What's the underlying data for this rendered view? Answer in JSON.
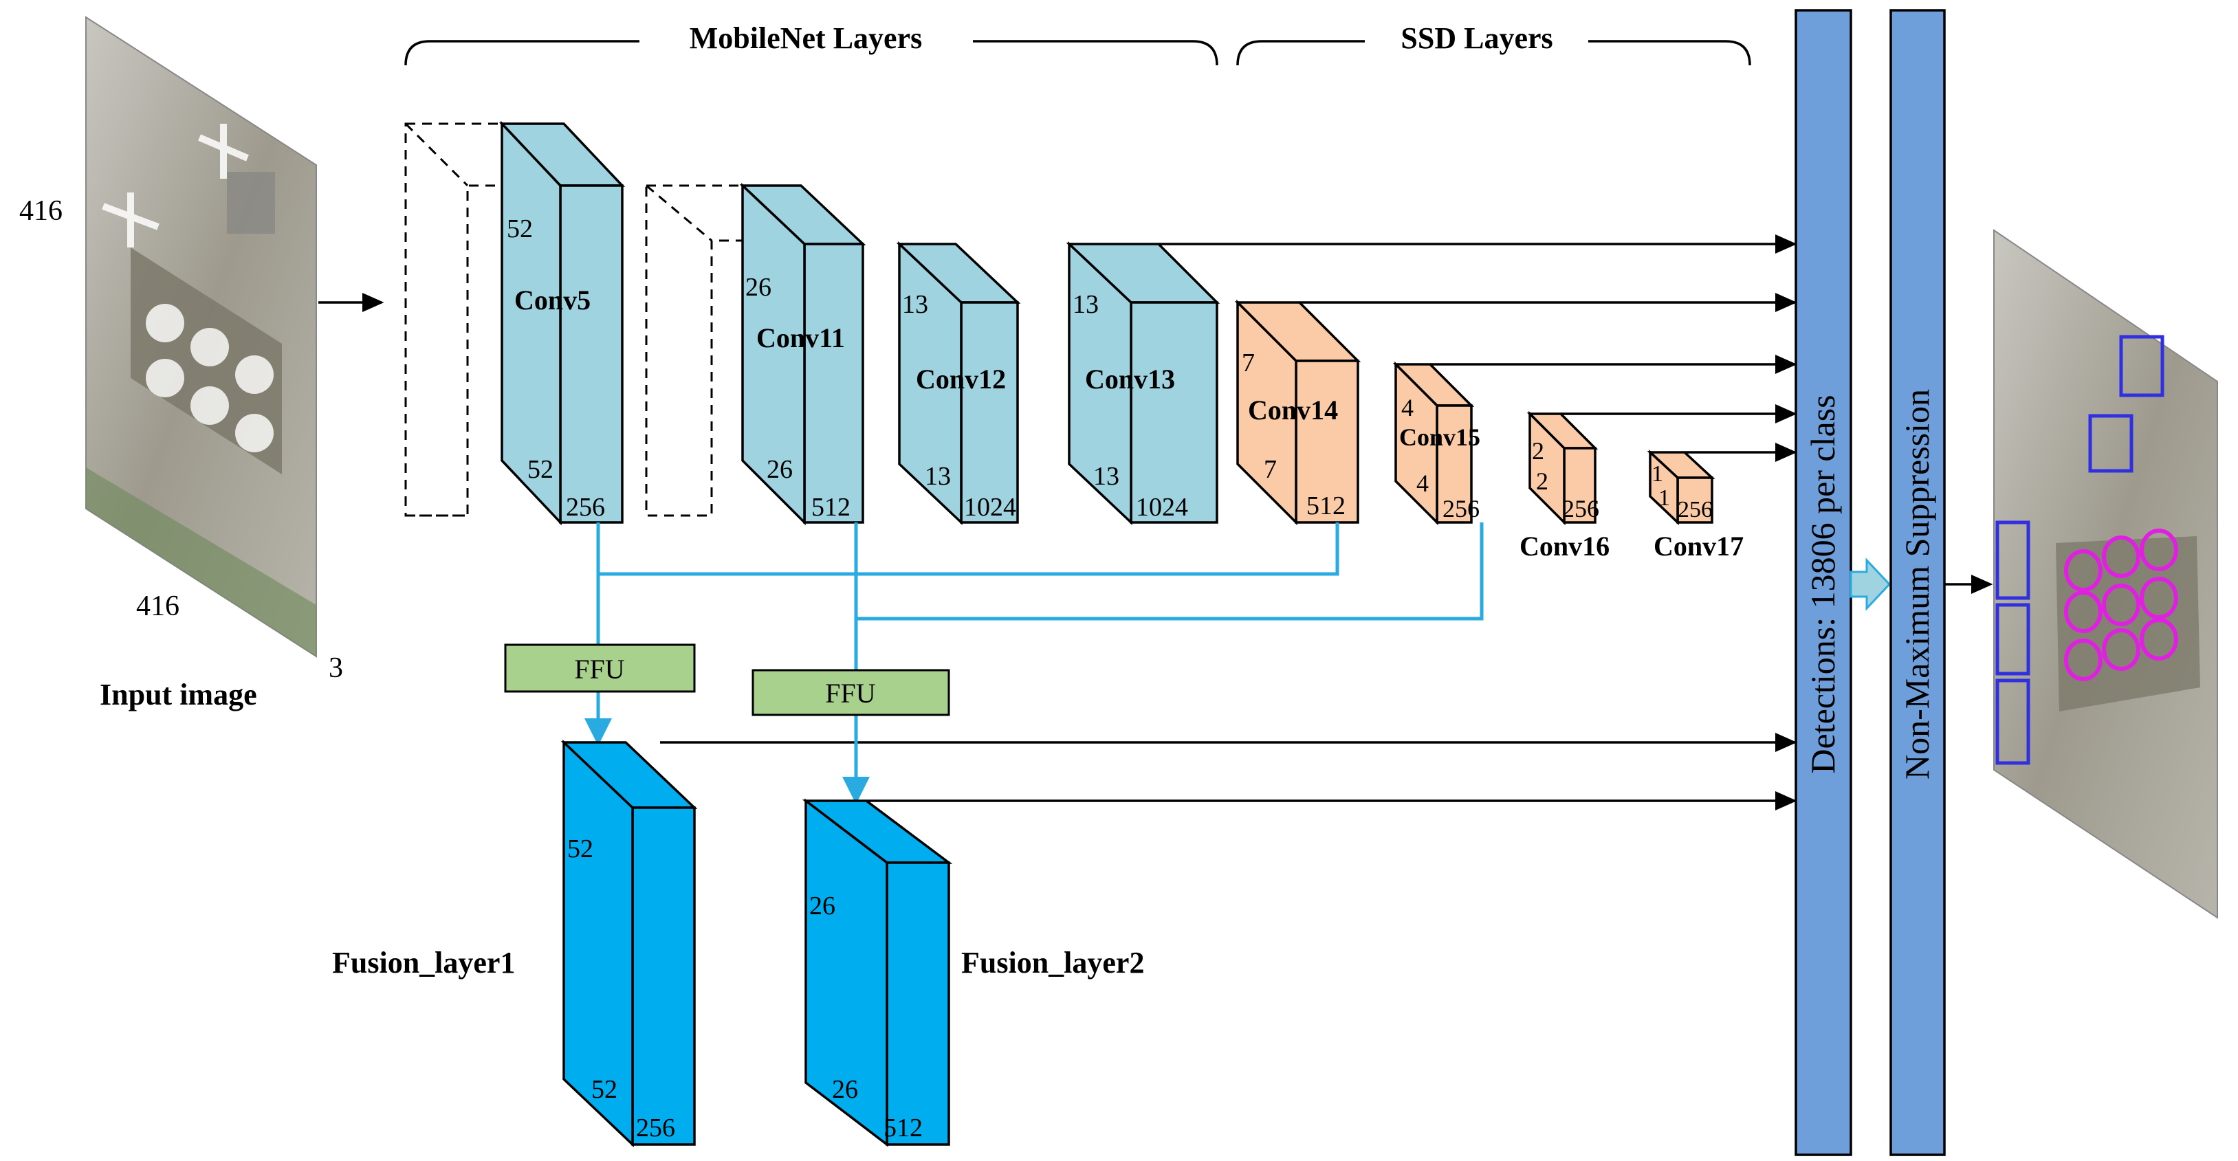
{
  "groups": {
    "mobilenet": "MobileNet Layers",
    "ssd": "SSD Layers"
  },
  "input": {
    "label": "Input image",
    "height_dim": "416",
    "width_dim": "416",
    "channels_dim": "3"
  },
  "layers": {
    "conv5": {
      "name": "Conv5",
      "h": "52",
      "w": "52",
      "c": "256"
    },
    "conv11": {
      "name": "Conv11",
      "h": "26",
      "w": "26",
      "c": "512"
    },
    "conv12": {
      "name": "Conv12",
      "h": "13",
      "w": "13",
      "c": "1024"
    },
    "conv13": {
      "name": "Conv13",
      "h": "13",
      "w": "13",
      "c": "1024"
    },
    "conv14": {
      "name": "Conv14",
      "h": "7",
      "w": "7",
      "c": "512"
    },
    "conv15": {
      "name": "Conv15",
      "h": "4",
      "w": "4",
      "c": "256"
    },
    "conv16": {
      "name": "Conv16",
      "h": "2",
      "w": "2",
      "c": "256"
    },
    "conv17": {
      "name": "Conv17",
      "h": "1",
      "w": "1",
      "c": "256"
    }
  },
  "ffu": {
    "label1": "FFU",
    "label2": "FFU"
  },
  "fusion": {
    "layer1": {
      "name": "Fusion_layer1",
      "h": "52",
      "w": "52",
      "c": "256"
    },
    "layer2": {
      "name": "Fusion_layer2",
      "h": "26",
      "w": "26",
      "c": "512"
    }
  },
  "detections": "Detections: 13806 per class",
  "nms": "Non-Maximum Suppression",
  "colors": {
    "mobilenet_block": "#A0D3E0",
    "ssd_block": "#FACBA6",
    "fusion_block": "#00AEEF",
    "ffu_box": "#A9D18E",
    "connector": "#29ABE2",
    "detection_bar": "#6F9FDB"
  },
  "icons": {
    "input_image": "aerial-airport-photo",
    "output_image": "aerial-airport-photo-with-detections"
  }
}
